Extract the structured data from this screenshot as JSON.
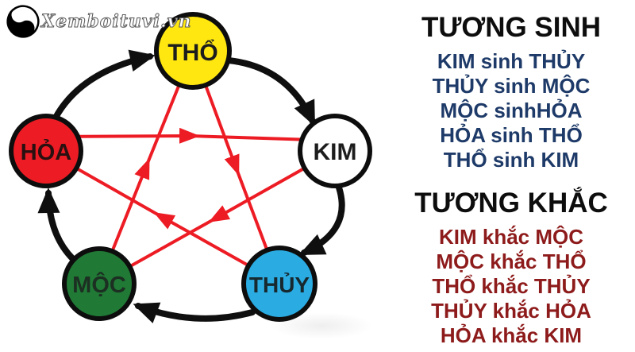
{
  "logo": {
    "site_name": "Xemboituvi.vn"
  },
  "diagram": {
    "title": "five-elements-cycle",
    "elements": [
      {
        "id": "tho",
        "label": "THỔ",
        "color": "#FFE70F",
        "text_color": "#1d1d1d"
      },
      {
        "id": "kim",
        "label": "KIM",
        "color": "#FFFFFF",
        "text_color": "#1d1d1d"
      },
      {
        "id": "thuy",
        "label": "THỦY",
        "color": "#2AACE3",
        "text_color": "#17282e"
      },
      {
        "id": "moc",
        "label": "MỘC",
        "color": "#207A35",
        "text_color": "#1c2f22"
      },
      {
        "id": "hoa",
        "label": "HỎA",
        "color": "#ED1C24",
        "text_color": "#2a1010"
      }
    ],
    "sinh_arrow_color": "#0f0f0f",
    "khac_arrow_color": "#ED1C24"
  },
  "sections": {
    "sinh": {
      "title": "TƯƠNG SINH",
      "text_color": "#1E3A68",
      "items": [
        "KIM sinh THỦY",
        "THỦY sinh MỘC",
        "MỘC sinhHỎA",
        "HỎA sinh THỔ",
        "THỔ sinh KIM"
      ]
    },
    "khac": {
      "title": "TƯƠNG KHẮC",
      "text_color": "#8E1B1B",
      "items": [
        "KIM khắc MỘC",
        "MỘC khắc THỔ",
        "THỔ khắc THỦY",
        "THỦY khắc HỎA",
        "HỎA khắc KIM"
      ]
    }
  }
}
